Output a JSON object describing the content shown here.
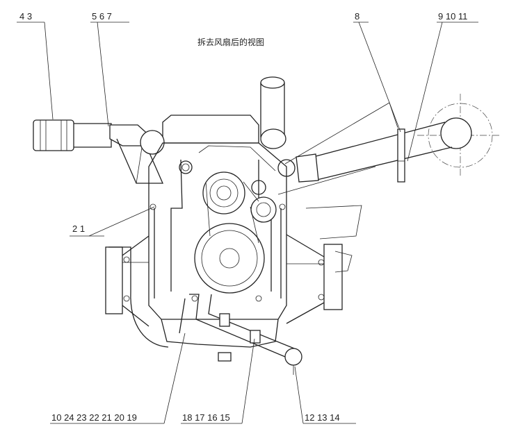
{
  "title": "拆去风扇后的视图",
  "callouts": [
    {
      "id": "c1",
      "text": "4  3"
    },
    {
      "id": "c2",
      "text": "5  6  7"
    },
    {
      "id": "c3",
      "text": "8"
    },
    {
      "id": "c4",
      "text": "9  10  11"
    },
    {
      "id": "c5",
      "text": "2  1"
    },
    {
      "id": "c6",
      "text": "10  24  23  22  21  20  19"
    },
    {
      "id": "c7",
      "text": "18  17  16  15"
    },
    {
      "id": "c8",
      "text": "12  13  14"
    }
  ]
}
